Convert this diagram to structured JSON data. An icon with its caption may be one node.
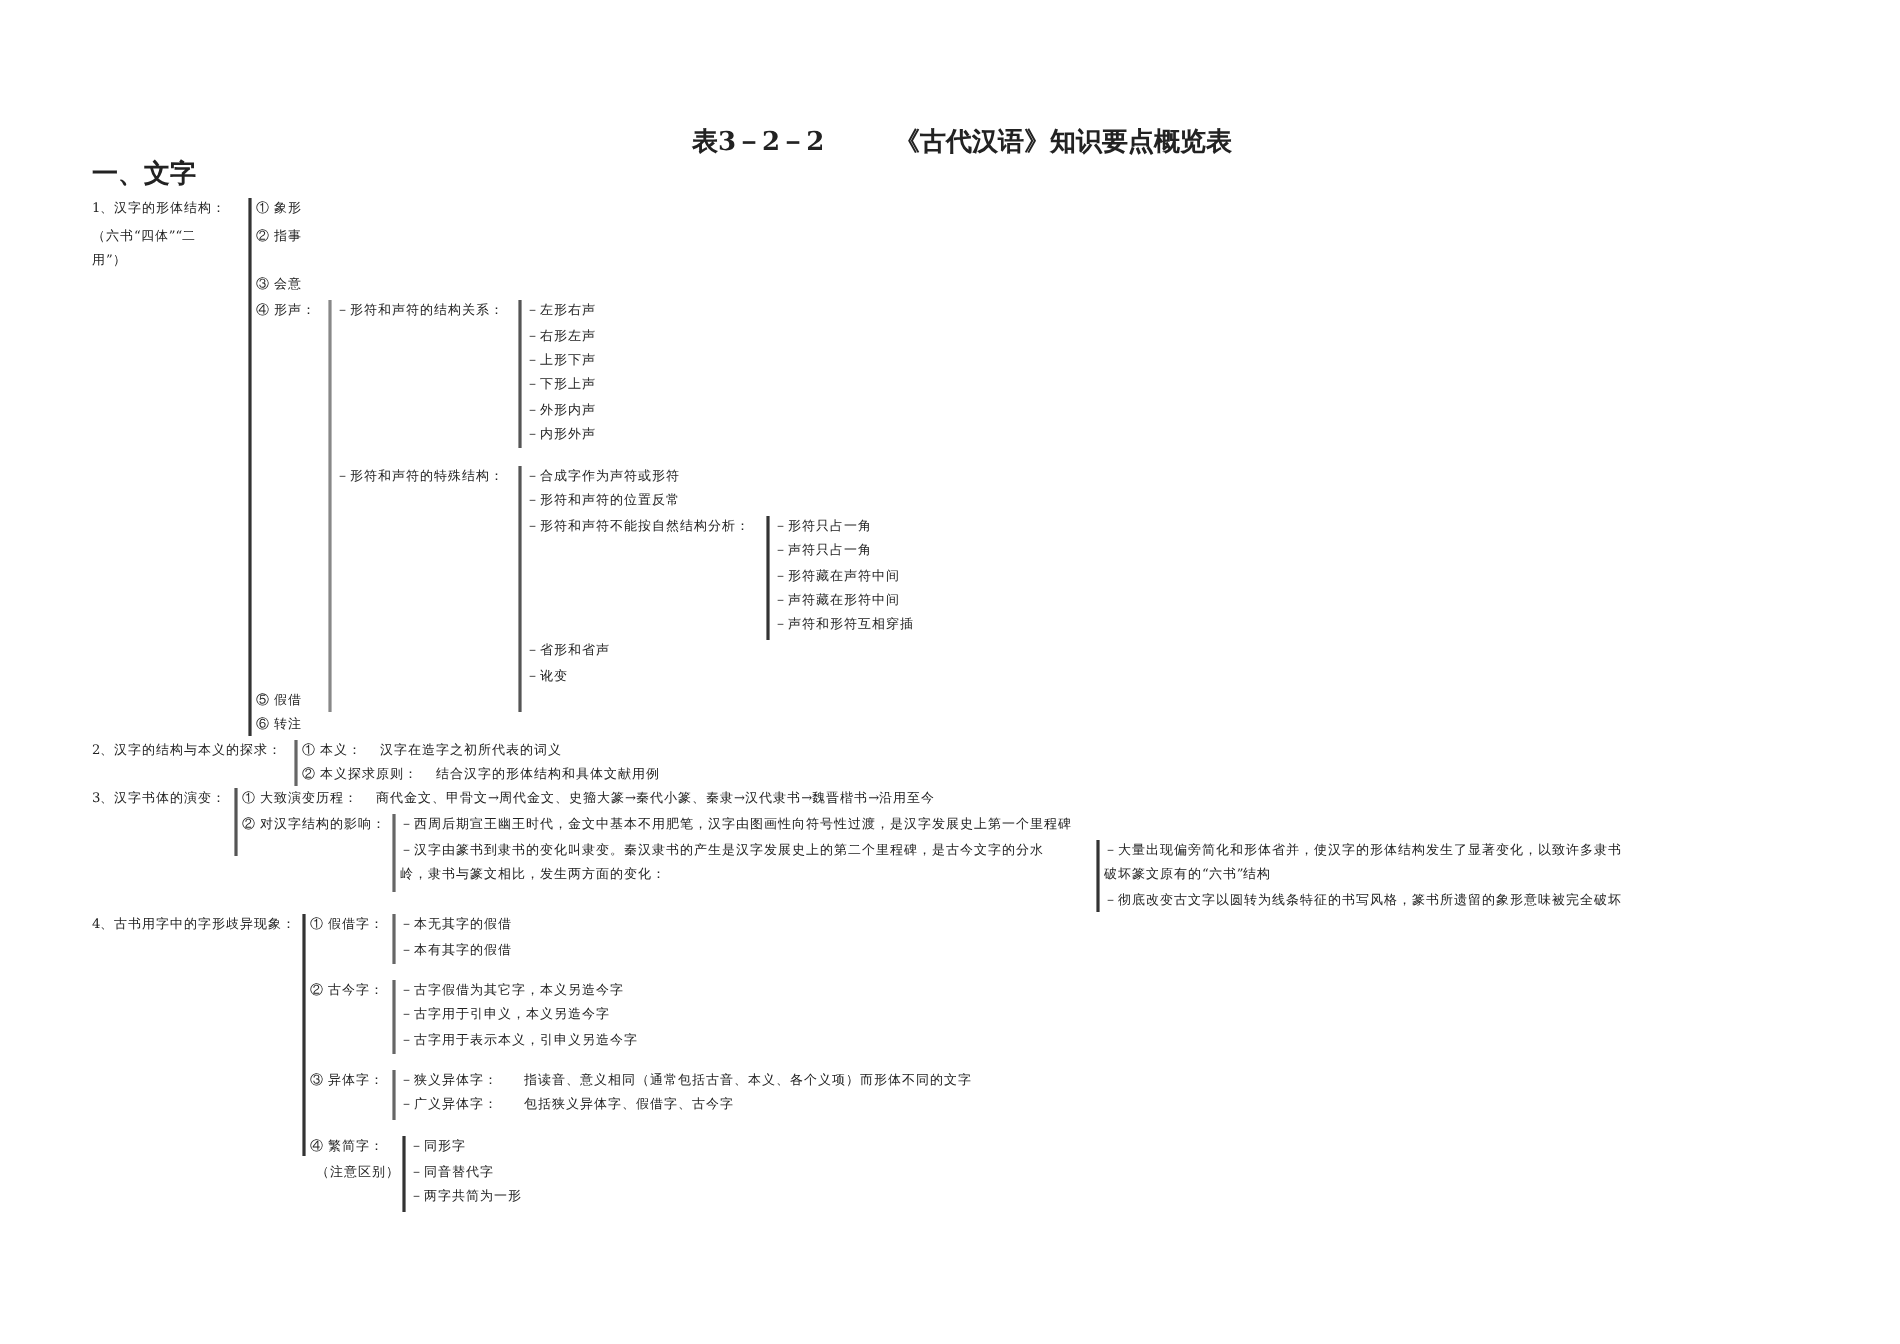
{
  "diagram": {
    "title": "《古代汉语》知识要点概览表",
    "labels": [
      "表3－2－2",
      "一、文字",
      "1、汉字的形体结构：",
      "（六书“四体”“二用”）",
      "① 象形",
      "② 指事",
      "③ 会意",
      "④ 形声：",
      "－形符和声符的结构关系：",
      "－左形右声",
      "－右形左声",
      "－上形下声",
      "－下形上声",
      "－外形内声",
      "－内形外声",
      "－形符和声符的特殊结构：",
      "－合成字作为声符或形符",
      "－形符和声符的位置反常",
      "－形符和声符不能按自然结构分析：",
      "－形符只占一角",
      "－声符只占一角",
      "－形符藏在声符中间",
      "－声符藏在形符中间",
      "－声符和形符互相穿插",
      "－省形和省声",
      "－讹变",
      "⑤ 假借",
      "⑥ 转注",
      "2、汉字的结构与本义的探求：",
      "① 本义：",
      "汉字在造字之初所代表的词义",
      "② 本义探求原则：",
      "结合汉字的形体结构和具体文献用例",
      "3、汉字书体的演变：",
      "① 大致演变历程：",
      "商代金文、甲骨文→周代金文、史籀大篆→秦代小篆、秦隶→汉代隶书→魏晋楷书→沿用至今",
      "② 对汉字结构的影响：",
      "－西周后期宣王幽王时代，金文中基本不用肥笔，汉字由图画性向符号性过渡，是汉字发展史上第一个里程碑",
      "－汉字由篆书到隶书的变化叫隶变。秦汉隶书的产生是汉字发展史上的第二个里程碑，是古今文字的分水岭，隶书与篆文相比，发生两方面的变化：",
      "－大量出现偏旁简化和形体省并，使汉字的形体结构发生了显著变化，以致许多隶书破坏篆文原有的“六书”结构",
      "－彻底改变古文字以圆转为线条特征的书写风格，篆书所遗留的象形意味被完全破坏",
      "4、古书用字中的字形歧异现象：",
      "① 假借字：",
      "－本无其字的假借",
      "－本有其字的假借",
      "② 古今字：",
      "－古字假借为其它字，本义另造今字",
      "－古字用于引申义，本义另造今字",
      "－古字用于表示本义，引申义另造今字",
      "③ 异体字：",
      "－狭义异体字：",
      "指读音、意义相同（通常包括古音、本义、各个义项）而形体不同的文字",
      "－广义异体字：",
      "包括狭义异体字、假借字、古今字",
      "④ 繁简字：",
      "（注意区别）",
      "－同形字",
      "－同音替代字",
      "－两字共简为一形"
    ]
  }
}
